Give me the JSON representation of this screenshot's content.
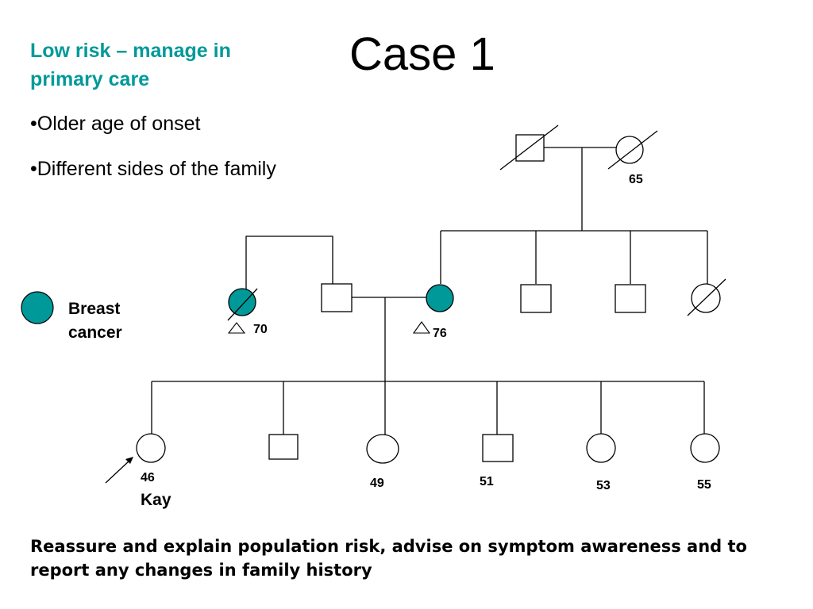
{
  "slide": {
    "title": "Case 1",
    "risk_heading": "Low risk – manage in primary care",
    "bullets": [
      "•Older age of onset",
      "•Different sides of the family"
    ],
    "conclusion": "Reassure and explain population risk, advise on symptom awareness and to report any changes in family history"
  },
  "legend": {
    "label": "Breast cancer",
    "affected_color": "#009999"
  },
  "pedigree": {
    "grandparents": {
      "grandfather": {
        "sex": "male",
        "deceased": true
      },
      "grandmother": {
        "sex": "female",
        "deceased": true,
        "age": "65"
      }
    },
    "parents_generation": [
      {
        "id": "aunt-maternal",
        "sex": "female",
        "affected": true,
        "deceased": true,
        "age": "70",
        "note": "triangle"
      },
      {
        "id": "father",
        "sex": "male"
      },
      {
        "id": "mother",
        "sex": "female",
        "affected": true,
        "age": "76",
        "note": "triangle"
      },
      {
        "id": "uncle-1",
        "sex": "male"
      },
      {
        "id": "uncle-2",
        "sex": "male"
      },
      {
        "id": "aunt-2",
        "sex": "female",
        "deceased": true
      }
    ],
    "children": [
      {
        "id": "proband",
        "sex": "female",
        "age": "46",
        "name": "Kay",
        "proband": true
      },
      {
        "id": "brother-1",
        "sex": "male"
      },
      {
        "id": "sister-49",
        "sex": "female",
        "age": "49"
      },
      {
        "id": "brother-51",
        "sex": "male",
        "age": "51"
      },
      {
        "id": "sister-53",
        "sex": "female",
        "age": "53"
      },
      {
        "id": "sister-55",
        "sex": "female",
        "age": "55"
      }
    ]
  }
}
